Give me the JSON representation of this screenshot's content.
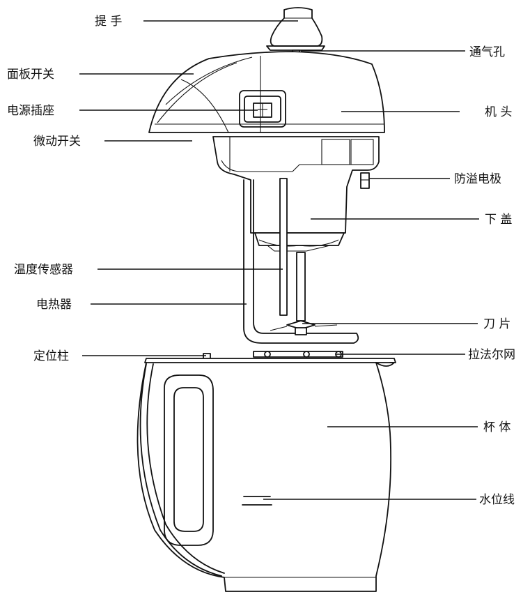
{
  "diagram": {
    "labels": {
      "handle": "提 手",
      "vent_hole": "通气孔",
      "panel_switch": "面板开关",
      "machine_head": "机 头",
      "power_socket": "电源插座",
      "micro_switch": "微动开关",
      "overflow_electrode": "防溢电极",
      "lower_cover": "下 盖",
      "temperature_sensor": "温度传感器",
      "electric_heater": "电热器",
      "blade": "刀 片",
      "locating_post": "定位柱",
      "filter_mesh": "拉法尔网",
      "cup_body": "杯 体",
      "water_level_line": "水位线"
    }
  }
}
